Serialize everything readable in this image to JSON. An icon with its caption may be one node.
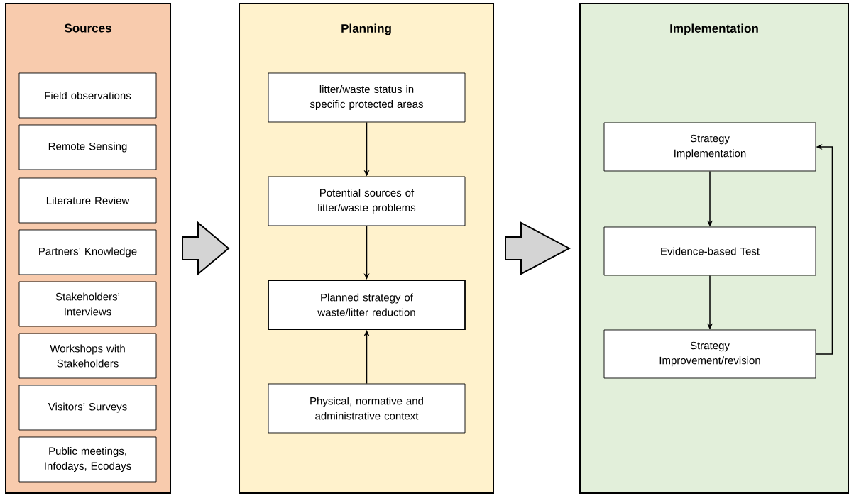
{
  "diagram": {
    "nodes": [
      {
        "text": [
          "Sources"
        ]
      },
      {
        "text": [
          "Field observations"
        ],
        "in": 0
      },
      {
        "text": [
          "Remote Sensing"
        ],
        "in": 0
      },
      {
        "text": [
          "Literature Review"
        ],
        "in": 0
      },
      {
        "text": [
          "Partners’ Knowledge"
        ],
        "in": 0
      },
      {
        "text": [
          "Stakeholders’ Interviews"
        ],
        "in": 0
      },
      {
        "text": [
          "Workshops with Stakeholders"
        ],
        "in": 0
      },
      {
        "text": [
          "Visitors’ Surveys"
        ],
        "in": 0
      },
      {
        "text": [
          "Public meetings, Infodays, Ecodays"
        ],
        "in": 0
      },
      {
        "text": [
          "Planning"
        ]
      },
      {
        "text": [
          "litter/waste status in specific protected areas"
        ],
        "in": 9
      },
      {
        "text": [
          "Potential sources of litter/waste problems"
        ],
        "in": 9
      },
      {
        "text": [
          "Planned strategy of waste/litter reduction"
        ],
        "in": 9
      },
      {
        "text": [
          "Physical, normative and administrative context"
        ],
        "in": 9
      },
      {
        "text": [
          "Implementation"
        ]
      },
      {
        "text": [
          "Strategy Implementation"
        ],
        "in": 14
      },
      {
        "text": [
          "Evidence-based Test"
        ],
        "in": 14
      },
      {
        "text": [
          "Strategy Improvement/revision"
        ],
        "in": 14
      }
    ],
    "edges": [
      {
        "from": 0,
        "to": 9,
        "arrow": "to"
      },
      {
        "from": 9,
        "to": 14,
        "arrow": "to"
      },
      {
        "from": 10,
        "to": 11,
        "arrow": "to"
      },
      {
        "from": 11,
        "to": 12,
        "arrow": "to"
      },
      {
        "from": 13,
        "to": 12,
        "arrow": "to"
      },
      {
        "from": 15,
        "to": 16,
        "arrow": "to"
      },
      {
        "from": 16,
        "to": 17,
        "arrow": "to"
      },
      {
        "from": 17,
        "to": 15,
        "arrow": "to"
      }
    ]
  }
}
